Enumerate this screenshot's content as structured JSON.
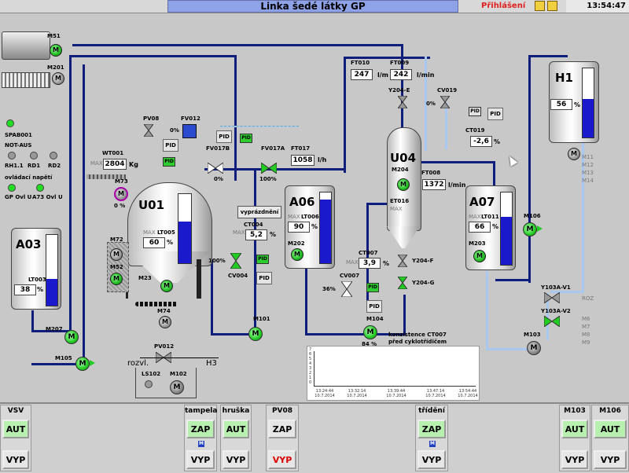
{
  "header": {
    "title": "Linka šedé látky GP",
    "login_label": "Přihlášení",
    "clock": "13:54:47"
  },
  "left_panel": {
    "items": [
      "SPAB001",
      "NOT-AUS"
    ],
    "rh_labels": [
      "RH1.1",
      "RD1",
      "RD2"
    ],
    "voltage_label": "ovládací napětí",
    "voltage_items": [
      "GP Ovl U",
      "A73 Ovl U"
    ]
  },
  "tags": {
    "m51": "M51",
    "m201": "M201",
    "pv08": "PV08",
    "fv012": "FV012",
    "fv012_pct": "0%",
    "pid": "PID",
    "fv017b": "FV017B",
    "fv017b_pct": "0%",
    "fv017a": "FV017A",
    "fv017a_pct": "100%",
    "ft017": "FT017",
    "ft017_val": "1058",
    "ft017_unit": "l/h",
    "wt001": "WT001",
    "wt001_max": "MAX",
    "wt001_val": "2804",
    "wt001_unit": "Kg",
    "m73": "M73",
    "m73_pct": "0 %",
    "u01": "U01",
    "lt005": "LT005",
    "lt005_max": "MAX",
    "lt005_val": "60",
    "lt005_unit": "%",
    "m72": "M72",
    "m52": "M52",
    "m23": "M23",
    "m74": "M74",
    "a03": "A03",
    "lt003": "LT003",
    "lt003_val": "38",
    "lt003_unit": "%",
    "m207": "M207",
    "m105": "M105",
    "vyprazdneni": "vyprázdnění",
    "ct004": "CT004",
    "ct004_max": "MAX",
    "ct004_val": "5,2",
    "ct004_unit": "%",
    "cv004": "CV004",
    "cv004_pct": "100%",
    "a06": "A06",
    "lt006": "LT006",
    "lt006_max": "MAX",
    "lt006_val": "90",
    "lt006_unit": "%",
    "m202": "M202",
    "m101": "M101",
    "ft010": "FT010",
    "ft010_val": "247",
    "ft010_unit": "l/m",
    "ft009": "FT009",
    "ft009_val": "242",
    "ft009_unit": "l/min",
    "y204e": "Y204-E",
    "cv019": "CV019",
    "cv019_pct": "0%",
    "ct019": "CT019",
    "ct019_val": "-2,6",
    "ct019_unit": "%",
    "u04": "U04",
    "m204": "M204",
    "et016": "ET016",
    "et016_max": "MAX",
    "ft008": "FT008",
    "ft008_val": "1372",
    "ft008_unit": "l/min",
    "y204f": "Y204-F",
    "y204g": "Y204-G",
    "ct007": "CT007",
    "ct007_max": "MAX",
    "ct007_val": "3,9",
    "ct007_unit": "%",
    "cv007": "CV007",
    "cv007_pct": "36%",
    "m104": "M104",
    "m104_pct": "84 %",
    "a07": "A07",
    "lt011": "LT011",
    "lt011_max": "MAX",
    "lt011_val": "66",
    "lt011_unit": "%",
    "m203": "M203",
    "h1": "H1",
    "h1_val": "56",
    "h1_unit": "%",
    "m11": "M11",
    "m12": "M12",
    "m13": "M13",
    "m14": "M14",
    "m106": "M106",
    "y103a_v1": "Y103A-V1",
    "y103a_v2": "Y103A-V2",
    "roz": "ROZ",
    "m6": "M6",
    "m7": "M7",
    "m8": "M8",
    "m9": "M9",
    "m103": "M103",
    "pv012": "PV012",
    "rozvl": "rozvl.",
    "h3": "H3",
    "ls102": "LS102",
    "m102": "M102",
    "a": "A",
    "m": "M"
  },
  "trend": {
    "title_line1": "konzistence CT007",
    "title_line2": "před cyklotřídičem",
    "yticks": [
      "7",
      "6",
      "5",
      "4",
      "3",
      "2",
      "1",
      "0"
    ],
    "times": [
      "13:24:44",
      "13:32:14",
      "13:39:44",
      "13:47:14",
      "13:54:44"
    ],
    "dates": [
      "10.7.2014",
      "10.7.2014",
      "10.7.2014",
      "10.7.2014",
      "10.7.2014"
    ]
  },
  "controls": [
    {
      "title": "VSV",
      "top": "AUT",
      "bottom": "VYP",
      "top_on": true
    },
    {
      "title": "tampela",
      "top": "ZAP",
      "bottom": "VYP",
      "top_on": true,
      "badge": "M"
    },
    {
      "title": "hruška",
      "top": "AUT",
      "bottom": "VYP",
      "top_on": true
    },
    {
      "title": "PV08",
      "top": "ZAP",
      "bottom": "VYP",
      "top_on": false,
      "bottom_red": true
    },
    {
      "title": "třídění",
      "top": "ZAP",
      "bottom": "VYP",
      "top_on": true,
      "badge": "M"
    },
    {
      "title": "M103",
      "top": "AUT",
      "bottom": "VYP",
      "top_on": true
    },
    {
      "title": "M106",
      "top": "AUT",
      "bottom": "VYP",
      "top_on": true
    }
  ],
  "colors": {
    "pipe": "#0f1e7a",
    "pipe_light": "#a8c8f0",
    "level_fill": "#1a1acc",
    "pump": "#22cc22",
    "title_bar": "#8ea2e8"
  }
}
